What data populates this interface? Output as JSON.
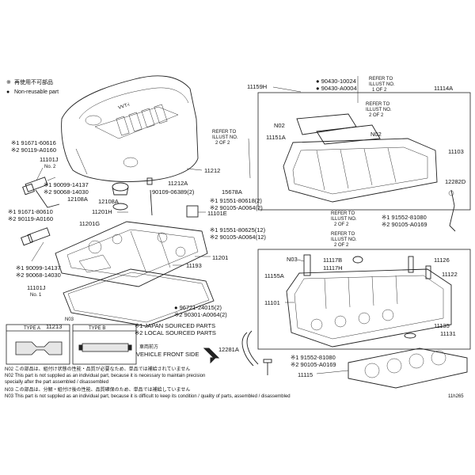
{
  "legend": {
    "reuse_symbol": "※",
    "reuse_text": "再使用不可部品",
    "nonreuse_symbol": "●",
    "nonreuse_text": "Non-reusable part"
  },
  "cover": {
    "logo": "VVT-i"
  },
  "parts": {
    "p11101_alt_a": "※1 91671-60616",
    "p11101_alt_b": "※2 90119-A0160",
    "p11101_top": "11101J",
    "p11101_top_no": "No. 2",
    "p90099": "※1 90099-14137",
    "p90068": "※2 90068-14030",
    "p12108a": "12108A",
    "p12108": "12108A",
    "p11201h": "11201H",
    "p91671_b": "※1 91671-80610",
    "p90119_b": "※2 90119-A0160",
    "p11201g": "11201G",
    "p90099_b": "※1 90099-14137",
    "p90068_b": "※2 90068-14030",
    "p11101_bot": "11101J",
    "p11101_bot_no": "No. 1",
    "p11213": "11213",
    "p11212": "11212",
    "p11212a": "11212A",
    "p90109": "90109-06389(2)",
    "p15678a": "15678A",
    "p91551_a": "※1 91551-80618(2)",
    "p90105_a": "※2 90105-A0064(2)",
    "p11101e": "11101E",
    "p91551_b": "※1 91551-80625(12)",
    "p90105_b": "※2 90105-A0064(12)",
    "p11201": "11201",
    "p11193": "11193",
    "p96721": "● 96721-24015(2)",
    "p90301": "※2 90301-A0064(2)",
    "p11159h": "11159H",
    "p90430_a": "● 90430-10024",
    "p90430_b": "● 90430-A0004",
    "p11114a": "11114A",
    "refer_a_l1": "REFER TO",
    "refer_a_l2": "ILLUST NO.",
    "refer_a_l3": "1 OF 2",
    "refer_b_l1": "REFER TO",
    "refer_b_l2": "ILLUST NO.",
    "refer_b_l3": "2 OF 2",
    "refer_c_l1": "REFER TO",
    "refer_c_l2": "ILLUST NO.",
    "refer_c_l3": "2 OF 2",
    "refer_d_l1": "REFER TO",
    "refer_d_l2": "ILLUST NO.",
    "refer_d_l3": "2 OF 2",
    "refer_e_l1": "REFER TO",
    "refer_e_l2": "ILLUST NO.",
    "refer_e_l3": "2 OF 2",
    "n02_a": "N02",
    "n02_b": "N02",
    "p11151a": "11151A",
    "p11103": "11103",
    "p12282d": "12282D",
    "p91552": "※1 91552-81080",
    "p90105_c": "※2 90105-A0169",
    "n03": "N03",
    "p11117b": "11117B",
    "p11117h": "11117H",
    "p11126": "11126",
    "p11155a": "11155A",
    "p11122": "11122",
    "p11101": "11101",
    "p11135": "11135",
    "p11131": "11131",
    "p12281a": "12281A",
    "p91552_b": "※1 91552-81080",
    "p90105_d": "※2 90105-A0169",
    "p11115": "11115"
  },
  "types": {
    "symbol": "N03",
    "type_a": "TYPE A",
    "type_b": "TYPE B"
  },
  "notes_right": {
    "japan": "※1 JAPAN SOURCED PARTS",
    "local": "※2 LOCAL SOURCED PARTS",
    "front_jp": "車両前方",
    "front_en": "VEHICLE FRONT SIDE"
  },
  "footnotes": {
    "n02_jp": "N02 この部品は、組付け状態の性能・品質が必要なため、単品では補給されていません",
    "n02_en1": "N02 This part is not supplied as an individual part, because it is necessary to maintain precision",
    "n02_en2": "specially after the part assembled / disassembled",
    "n03_jp": "N03 この部品は、分解・組付け後の性能、品質確保のため、単品では補給していません",
    "n03_en": "N03 This part is not supplied as an individual part, because it is difficult to keep its condition / quality of parts, assembled / disassembled"
  },
  "figure_code": "11h265"
}
